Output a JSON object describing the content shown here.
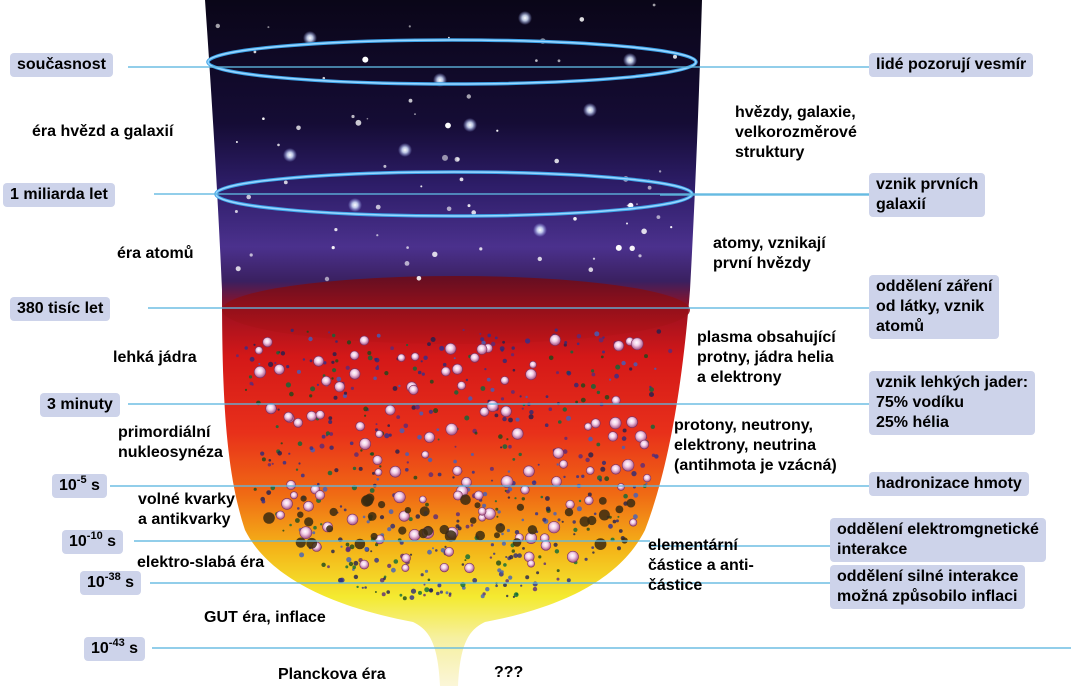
{
  "time_markers": [
    {
      "label": "současnost"
    },
    {
      "label": "1 miliarda let"
    },
    {
      "label": "380 tisíc let"
    },
    {
      "label": "3 minuty"
    },
    {
      "base": "10",
      "exp": "-5",
      "unit": "s"
    },
    {
      "base": "10",
      "exp": "-10",
      "unit": "s"
    },
    {
      "base": "10",
      "exp": "-38",
      "unit": "s"
    },
    {
      "base": "10",
      "exp": "-43",
      "unit": "s"
    }
  ],
  "eras": [
    "éra hvězd a galaxií",
    "éra atomů",
    "lehká jádra",
    "primordiální\nnukleosynéza",
    "volné kvarky\na antikvarky",
    "elektro-slabá éra",
    "GUT éra, inflace",
    "Planckova éra"
  ],
  "contents": [
    "hvězdy, galaxie,\nvelkorozměrové\nstruktury",
    "atomy, vznikají\nprvní hvězdy",
    "plasma obsahující\nprotny, jádra helia\na elektrony",
    "protony, neutrony,\nelektrony, neutrina\n(antihmota je vzácná)",
    "elementární\nčástice a anti-\nčástice",
    "???"
  ],
  "events": [
    "lidé pozorují vesmír",
    "vznik prvních\ngalaxií",
    "oddělení záření\nod látky, vznik\natomů",
    "vznik lehkých jader:\n75% vodíku\n25% hélia",
    "hadronizace hmoty",
    "oddělení elektromgnetické\ninterakce",
    "oddělení silné interakce\nmožná způsobilo inflaci"
  ],
  "colors": {
    "label_box": "#cdd3ea",
    "marker_line": "#5fb8e0",
    "ring": "#3aa0e6",
    "space_top": "#0a0618",
    "space_mid": "#3a2470",
    "plasma_red": "#d81818",
    "plasma_orange": "#f07a10",
    "plasma_yellow": "#f4ec30",
    "neck": "#f4eec0"
  }
}
